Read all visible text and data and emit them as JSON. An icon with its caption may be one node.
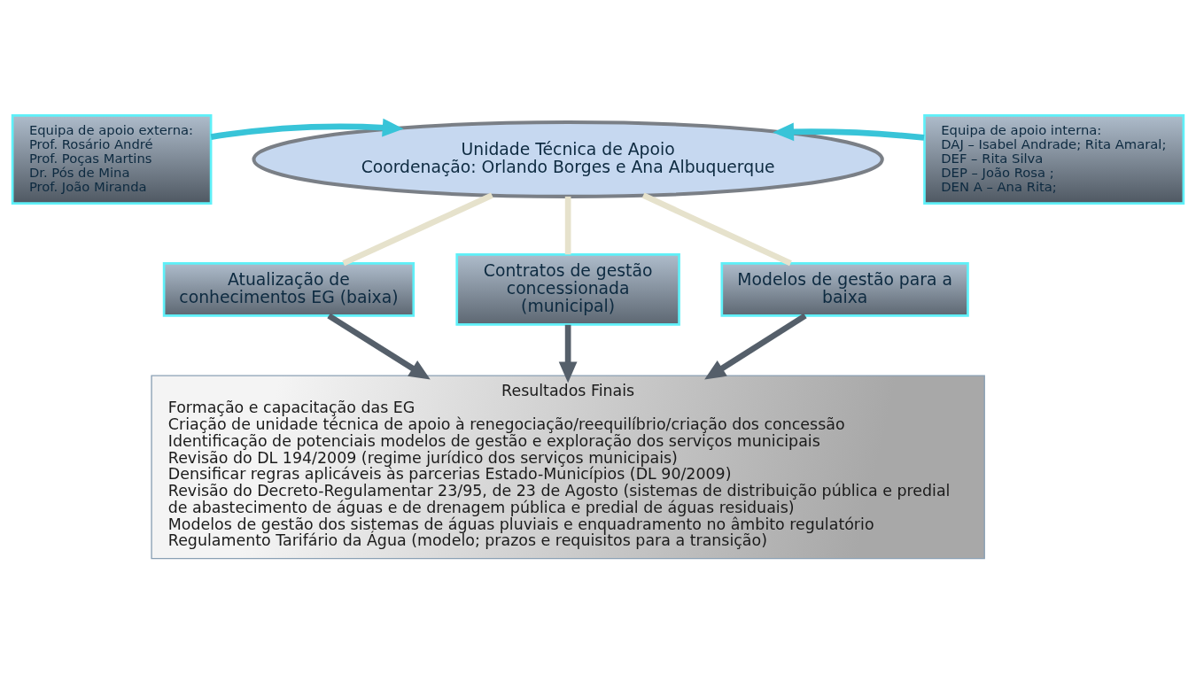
{
  "diagram": {
    "nodes": [
      {
        "text": [
          "Equipa de apoio externa:",
          "Prof. Rosário André",
          "Prof. Poças Martins",
          "Dr. Pós de Mina",
          "Prof. João Miranda"
        ]
      },
      {
        "text": [
          "Unidade Técnica de Apoio",
          "Coordenação: Orlando Borges e Ana Albuquerque"
        ]
      },
      {
        "text": [
          "Equipa de apoio interna:",
          "DAJ – Isabel Andrade; Rita Amaral;",
          "DEF – Rita Silva",
          "DEP – João Rosa ;",
          "DEN A – Ana Rita;"
        ]
      },
      {
        "text": [
          "Atualização de conhecimentos EG (baixa)"
        ]
      },
      {
        "text": [
          "Contratos de gestão concessionada (municipal)"
        ]
      },
      {
        "text": [
          "Modelos de gestão para a baixa"
        ]
      },
      {
        "text": [
          "Resultados Finais",
          "Formação e capacitação das EG",
          "Criação de unidade técnica de apoio à renegociação/reequilíbrio/criação dos concessão",
          "Identificação de potenciais modelos de gestão e exploração dos serviços municipais",
          "Revisão do DL 194/2009 (regime jurídico dos serviços municipais)",
          "Densificar regras aplicáveis às parcerias Estado-Municípios (DL 90/2009)",
          "Revisão do Decreto-Regulamentar 23/95, de 23 de Agosto (sistemas de distribuição pública e predial de abastecimento de águas e de drenagem pública e predial de águas residuais)",
          "Modelos de gestão dos sistemas de águas pluviais e enquadramento no âmbito regulatório",
          "Regulamento Tarifário da Água (modelo; prazos e requisitos para a transição)"
        ]
      }
    ],
    "edges": [
      {
        "from": 0,
        "to": 1,
        "arrow": "to",
        "color": "#38c4d8"
      },
      {
        "from": 2,
        "to": 1,
        "arrow": "to",
        "color": "#38c4d8"
      },
      {
        "from": 1,
        "to": 3,
        "arrow": "none",
        "color": "#e6e2cc"
      },
      {
        "from": 1,
        "to": 4,
        "arrow": "none",
        "color": "#e6e2cc"
      },
      {
        "from": 1,
        "to": 5,
        "arrow": "none",
        "color": "#e6e2cc"
      },
      {
        "from": 3,
        "to": 6,
        "arrow": "to",
        "color": "#555f6a"
      },
      {
        "from": 4,
        "to": 6,
        "arrow": "to",
        "color": "#555f6a"
      },
      {
        "from": 5,
        "to": 6,
        "arrow": "to",
        "color": "#555f6a"
      }
    ]
  }
}
